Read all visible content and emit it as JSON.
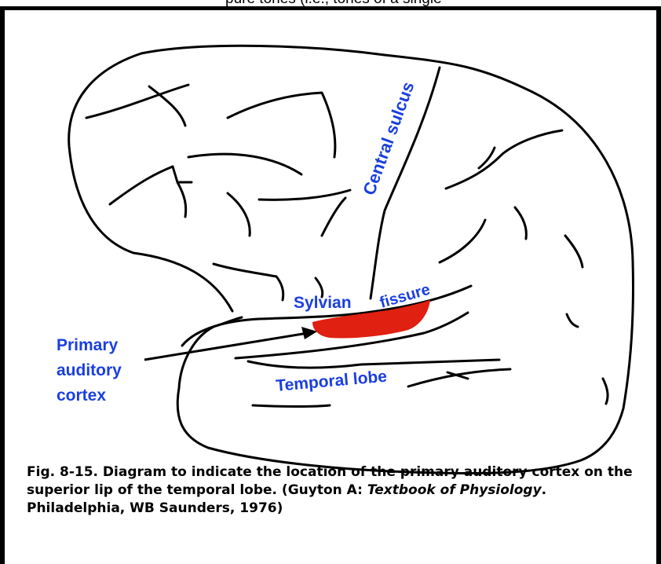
{
  "overflow_text": "pure tones (i.e., tones of a single",
  "labels": {
    "central_sulcus": "Central sulcus",
    "sylvian": "Sylvian",
    "fissure": "fissure",
    "primary": "Primary",
    "auditory": "auditory",
    "cortex": "cortex",
    "temporal_lobe": "Temporal lobe"
  },
  "caption": {
    "lead": "Fig. 8-15. Diagram to indicate the location of the primary auditory cortex on the superior lip of the temporal lobe. (Guyton A: ",
    "book": "Textbook of Physiology",
    "tail": ". Philadelphia, WB Saunders, 1976)"
  },
  "colors": {
    "label_blue": "#1a3fe0",
    "auditory_region_red": "#e02010",
    "outline": "#000000"
  }
}
